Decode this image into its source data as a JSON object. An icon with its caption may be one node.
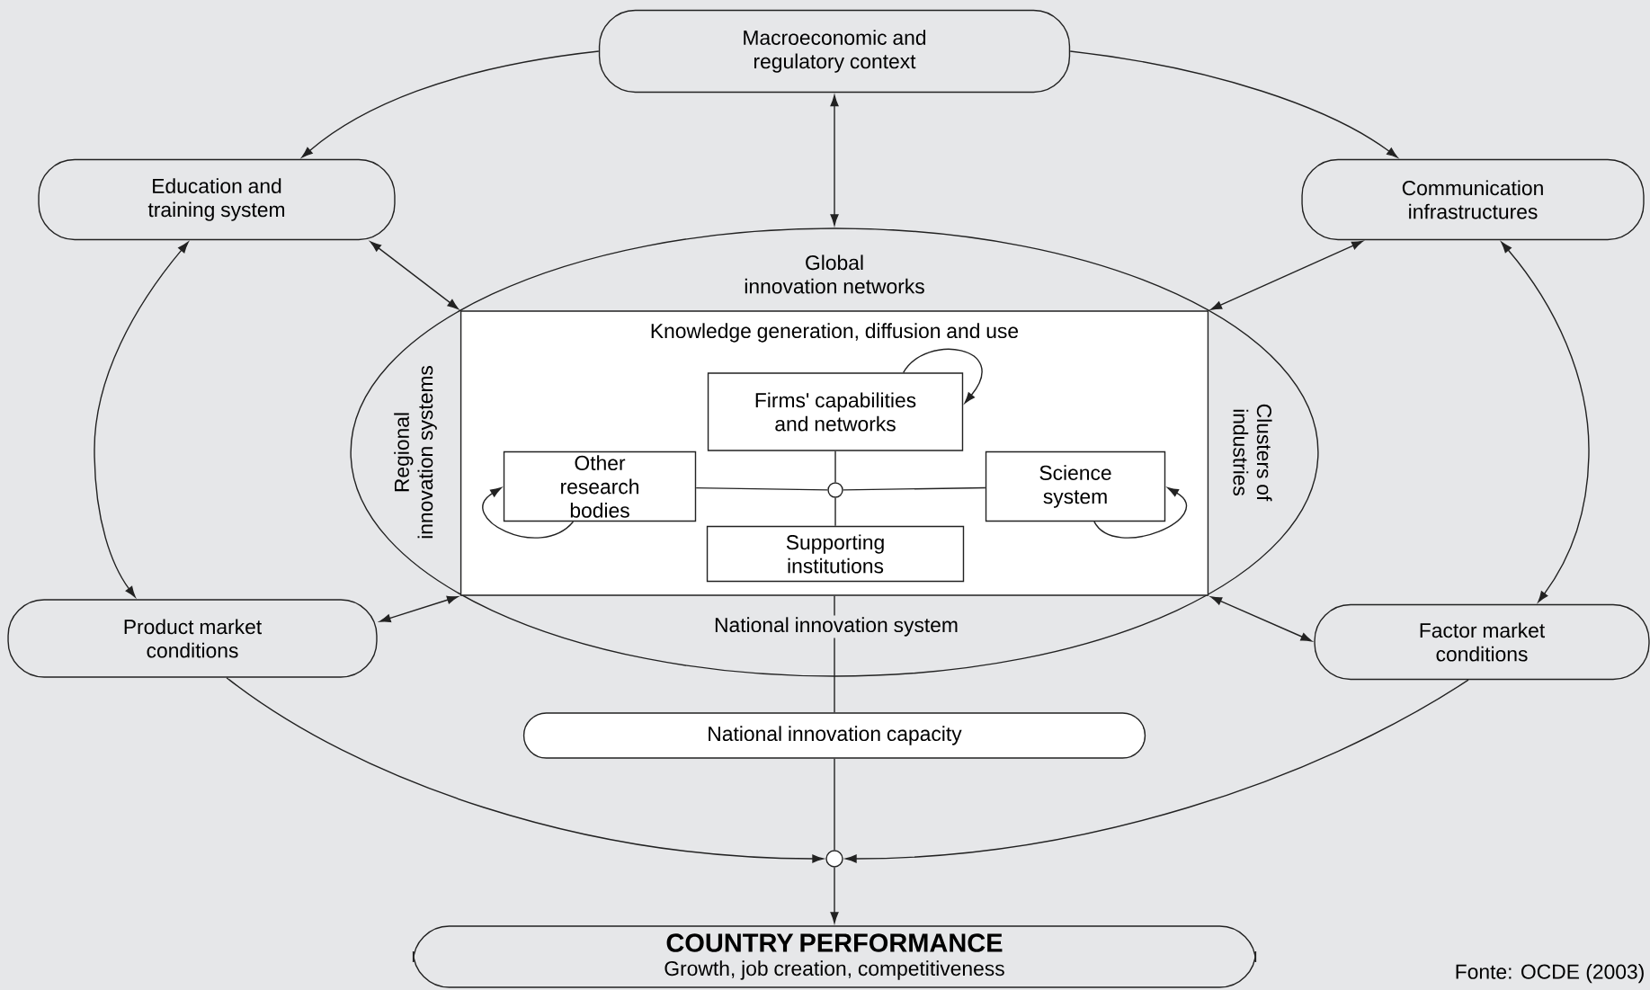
{
  "diagram": {
    "nodes": [
      {
        "text": [
          "Macroeconomic and regulatory context"
        ]
      },
      {
        "text": [
          "Education and training system"
        ]
      },
      {
        "text": [
          "Communication infrastructures"
        ]
      },
      {
        "text": [
          "Global innovation networks",
          "Regional innovation systems",
          "Clusters of industries",
          "National innovation system"
        ]
      },
      {
        "text": [
          "Knowledge generation, diffusion and use"
        ],
        "in": 3
      },
      {
        "text": [
          "Firms' capabilities and networks"
        ],
        "in": 4
      },
      {
        "text": [
          "Other research bodies"
        ],
        "in": 4
      },
      {
        "text": [
          "Science system"
        ],
        "in": 4
      },
      {
        "text": [
          "Supporting institutions"
        ],
        "in": 4
      },
      {
        "text": [],
        "shape": "circle",
        "in": 4
      },
      {
        "text": [
          "Product market conditions"
        ]
      },
      {
        "text": [
          "Factor market conditions"
        ]
      },
      {
        "text": [
          "National innovation capacity"
        ]
      },
      {
        "text": [],
        "shape": "circle"
      },
      {
        "text": [
          "COUNTRY PERFORMANCE",
          "Growth, job creation, competitiveness"
        ]
      }
    ],
    "edges": [
      {
        "from": 0,
        "to": 1,
        "arrow": "to"
      },
      {
        "from": 0,
        "to": 2,
        "arrow": "to"
      },
      {
        "from": 0,
        "to": 3,
        "arrow": "both"
      },
      {
        "from": 1,
        "to": 4,
        "arrow": "both"
      },
      {
        "from": 2,
        "to": 4,
        "arrow": "both"
      },
      {
        "from": 10,
        "to": 4,
        "arrow": "both"
      },
      {
        "from": 11,
        "to": 4,
        "arrow": "both"
      },
      {
        "from": 1,
        "to": 10,
        "arrow": "both"
      },
      {
        "from": 2,
        "to": 11,
        "arrow": "both"
      },
      {
        "from": 10,
        "to": 13,
        "arrow": "to"
      },
      {
        "from": 11,
        "to": 13,
        "arrow": "to"
      },
      {
        "from": 5,
        "to": 5,
        "arrow": "to"
      },
      {
        "from": 6,
        "to": 6,
        "arrow": "to"
      },
      {
        "from": 7,
        "to": 7,
        "arrow": "to"
      },
      {
        "from": 9,
        "to": 5,
        "arrow": "none"
      },
      {
        "from": 9,
        "to": 6,
        "arrow": "none"
      },
      {
        "from": 9,
        "to": 7,
        "arrow": "none"
      },
      {
        "from": 9,
        "to": 8,
        "arrow": "none"
      },
      {
        "from": 4,
        "to": 12,
        "arrow": "none"
      },
      {
        "from": 12,
        "to": 13,
        "arrow": "none"
      },
      {
        "from": 13,
        "to": 14,
        "arrow": "to"
      }
    ],
    "labels": [
      "Fonte: OCDE (2003)"
    ]
  }
}
